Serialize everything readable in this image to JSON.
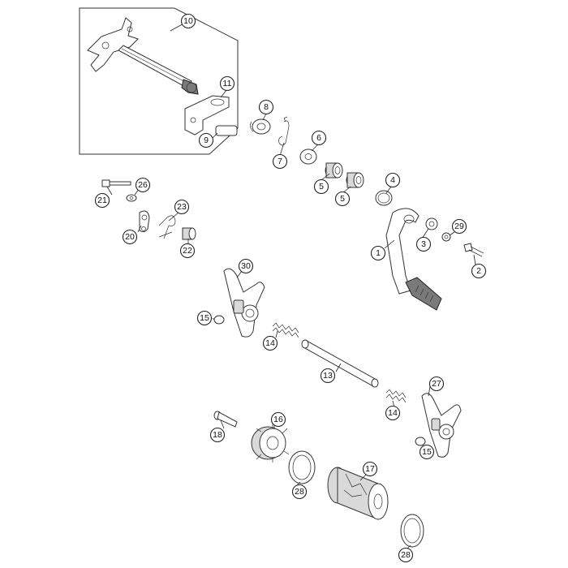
{
  "diagram": {
    "callouts": [
      {
        "label": "1"
      },
      {
        "label": "2"
      },
      {
        "label": "3"
      },
      {
        "label": "4"
      },
      {
        "label": "5"
      },
      {
        "label": "5"
      },
      {
        "label": "6"
      },
      {
        "label": "7"
      },
      {
        "label": "8"
      },
      {
        "label": "9"
      },
      {
        "label": "10"
      },
      {
        "label": "11"
      },
      {
        "label": "13"
      },
      {
        "label": "14"
      },
      {
        "label": "14"
      },
      {
        "label": "15"
      },
      {
        "label": "15"
      },
      {
        "label": "16"
      },
      {
        "label": "17"
      },
      {
        "label": "18"
      },
      {
        "label": "20"
      },
      {
        "label": "21"
      },
      {
        "label": "22"
      },
      {
        "label": "23"
      },
      {
        "label": "26"
      },
      {
        "label": "27"
      },
      {
        "label": "28"
      },
      {
        "label": "28"
      },
      {
        "label": "29"
      },
      {
        "label": "30"
      }
    ]
  }
}
